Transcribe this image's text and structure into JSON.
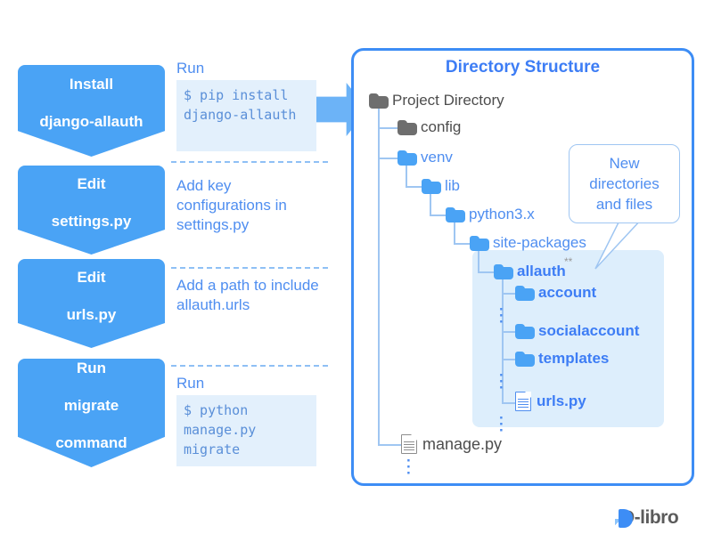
{
  "flow": {
    "steps": [
      {
        "title_line1": "Install",
        "title_line2": "django-allauth",
        "right_label": "Run",
        "right_code": "$ pip install django-allauth",
        "right_text": ""
      },
      {
        "title_line1": "Edit",
        "title_line2": "settings.py",
        "right_label": "",
        "right_code": "",
        "right_text": "Add key configurations in settings.py"
      },
      {
        "title_line1": "Edit",
        "title_line2": "urls.py",
        "right_label": "",
        "right_code": "",
        "right_text": "Add a path to include allauth.urls"
      },
      {
        "title_line1": "Run",
        "title_line2": "migrate",
        "title_line3": "command",
        "right_label": "Run",
        "right_code": "$ python manage.py migrate",
        "right_text": ""
      }
    ]
  },
  "panel": {
    "title": "Directory Structure",
    "callout": {
      "line1": "New",
      "line2": "directories",
      "line3": "and files"
    },
    "tree": [
      {
        "label": "Project Directory",
        "icon": "folder-icon",
        "style": "gray"
      },
      {
        "label": "config",
        "icon": "folder-icon",
        "style": "gray"
      },
      {
        "label": "venv",
        "icon": "folder-icon",
        "style": "blue"
      },
      {
        "label": "lib",
        "icon": "folder-icon",
        "style": "blue"
      },
      {
        "label": "python3.x",
        "icon": "folder-icon",
        "style": "blue"
      },
      {
        "label": "site-packages",
        "icon": "folder-icon",
        "style": "blue"
      },
      {
        "label": "allauth",
        "icon": "folder-icon",
        "style": "bold",
        "marker": "**"
      },
      {
        "label": "account",
        "icon": "folder-icon",
        "style": "bold"
      },
      {
        "label": "socialaccount",
        "icon": "folder-icon",
        "style": "bold"
      },
      {
        "label": "templates",
        "icon": "folder-icon",
        "style": "bold"
      },
      {
        "label": "urls.py",
        "icon": "file-icon",
        "style": "bold"
      },
      {
        "label": "manage.py",
        "icon": "file-icon",
        "style": "gray"
      }
    ],
    "ellipsis": "⋮"
  },
  "logo": {
    "text": "D-libro"
  },
  "colors": {
    "accent": "#4aa3f5",
    "accent_dark": "#3d7df5",
    "code_bg": "#e3f0fc",
    "highlight_bg": "#ddeefc",
    "gray_text": "#4d4d4d"
  }
}
